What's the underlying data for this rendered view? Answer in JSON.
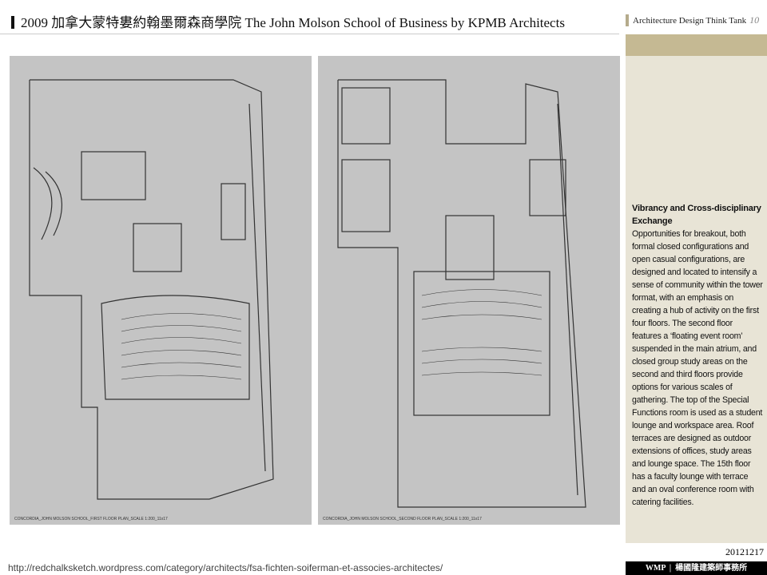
{
  "header": {
    "title": "2009 加拿大蒙特婁約翰墨爾森商學院 The John Molson School of Business  by KPMB Architects",
    "tank": "Architecture Design Think Tank",
    "page": "10"
  },
  "plans": [
    {
      "caption": "CONCORDIA_JOHN MOLSON SCHOOL_FIRST FLOOR PLAN_SCALE 1:200_11x17"
    },
    {
      "caption": "CONCORDIA_JOHN MOLSON SCHOOL_SECOND FLOOR PLAN_SCALE 1:200_11x17"
    }
  ],
  "sidebar": {
    "heading": "Vibrancy and Cross-disciplinary Exchange",
    "body": "Opportunities for breakout, both formal closed configurations and open casual configurations, are designed and located to intensify a sense of community within the tower format, with an emphasis on creating a hub of activity on the first four floors. The second floor features a ‘floating event room’ suspended in the main atrium, and closed group study areas on the second and third floors provide options for various scales of gathering. The top of the Special Functions room is used as a student lounge and workspace area. Roof terraces are designed as outdoor extensions of offices, study areas and lounge space. The 15th floor has a faculty lounge with terrace and an oval conference room with catering facilities."
  },
  "footer": {
    "date": "20121217",
    "brand": "WMP",
    "firm": "楊國隆建築師事務所",
    "url": "http://redchalksketch.wordpress.com/category/architects/fsa-fichten-soiferman-et-associes-architectes/"
  }
}
